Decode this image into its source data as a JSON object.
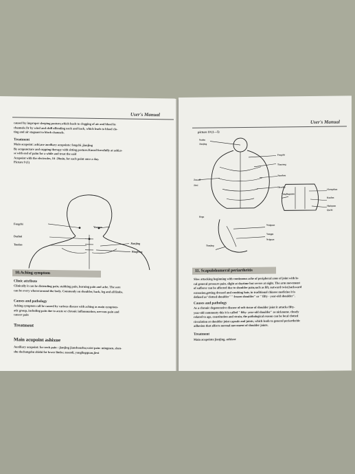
{
  "left_page": {
    "header": "User's Manual",
    "intro_lines": [
      "caused by improper sleeping posture,which leads to clogging of air and blood in",
      "channels.Or by wind and chill offending neck and back, which leads to blood clo-",
      "ting and air stagnant to block channels."
    ],
    "treatment_label": "Treatment",
    "treatment_lines": [
      "Main acupoint: ashi,use auxiliary acupoints: fengchi ,jianjing",
      "By acupuncture and cupping therapy with sitting posture.Knead forcefully at ashi,u-",
      "se with end of palm for a while and treat the said",
      "Acupoint with the electrodes, 10 -20min, for each point once a day.",
      "Picture 9 (1)"
    ],
    "figure_labels": {
      "fengchi": "Fengchi",
      "yaoyan": "Yaoyan",
      "dazhui": "Dazhui",
      "taodao": "Taodao",
      "jianjing": "Jianjing",
      "bingfeng": "Bingfeng"
    },
    "section_title": "10.Aching symptom",
    "clinic_label": "Clinic attribute",
    "clinic_lines": [
      "Clinically it can be distending pain, stabbing pain, burning pain and ache. The sore",
      "can be every whereraround the body. Commonly on shoulder, back, leg and all limbs."
    ],
    "causes_label": "Causes and pathology",
    "causes_lines": [
      "Aching symptom call be caused by various disease with aching as main symptom-",
      "atic group, including pain due to acute or chronic inflammation, nervous pain and",
      "cancer pain"
    ],
    "treatment2_label": "Treatment",
    "main_acupoint_title": "Main acupoint ashixue",
    "aux_lines": [
      "Auxiliary acupoint: for neck pain : jianjing jianshouzhu,waist pain: mingmen, shen-",
      "shu dachangshu zhishi for lower limbs; zusanli, yanglingquan,jiexi"
    ]
  },
  "right_page": {
    "header": "User's Manual",
    "picture_label": "picture 10 (1—5)",
    "figure_labels": {
      "a": "Naohu",
      "b": "Jianjing",
      "c": "Fengchi",
      "d": "Tianzong",
      "e": "Jianshou",
      "f": "Shenshu",
      "g": "Zusanli",
      "h": "Jiexi",
      "i": "Yanglingquan",
      "j": "Chengshan",
      "k": "Kunlun",
      "l": "Shuiquan",
      "m": "Quchi",
      "n": "Hegu",
      "o": "Waiguan",
      "p": "Yanggu",
      "q": "Neiguan",
      "r": "Tianjing"
    },
    "section_title": "11. Scapulohumeral periarthritis",
    "intro_lines": [
      "Slow attacking beginning with continuous ache of peripheral zone of joint with lo-",
      "cal general pressure pain, slight at daytime but severe at night. The arm movement",
      "of sufferer can be affected due to shoulder pain,such as lift, outward twist,backward",
      "extension,getting dressed and combing hair, in traditional chinese medicine it is",
      "defined as\"clotted shoulder\" \" frozen shoulder\" or \" fifty - year-old shoulder\"."
    ],
    "causes_label": "Causes and pathology",
    "causes_lines": [
      "As a chronic degenerative disease of soft tissue of shoulder joint it attacks fifty-",
      "year-old commonty this it is called \" fifty- year-old shoulder\" as nickname. closely",
      "related to age, constitution and strain, the pathological reason can be local clotted",
      "circulation at shoulder joint capsule and joints, which leads to general periarthritic",
      "adhesion that affects normal movement of shoulder joints."
    ],
    "treatment_label": "Treatment",
    "main_acupoints": "Main acupoints:jianjing, ashixue"
  }
}
